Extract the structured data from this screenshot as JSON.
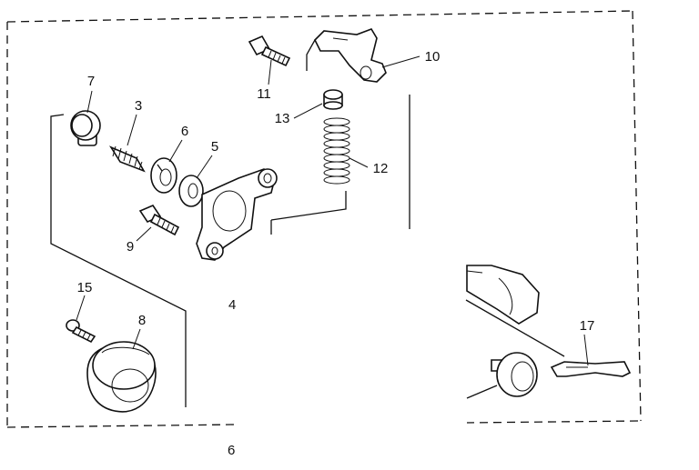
{
  "diagram": {
    "callouts": [
      {
        "id": "c7",
        "label": "7"
      },
      {
        "id": "c3",
        "label": "3"
      },
      {
        "id": "c6",
        "label": "6"
      },
      {
        "id": "c5",
        "label": "5"
      },
      {
        "id": "c9",
        "label": "9"
      },
      {
        "id": "c11",
        "label": "11"
      },
      {
        "id": "c10",
        "label": "10"
      },
      {
        "id": "c13",
        "label": "13"
      },
      {
        "id": "c12",
        "label": "12"
      },
      {
        "id": "c15",
        "label": "15"
      },
      {
        "id": "c8",
        "label": "8"
      },
      {
        "id": "c17",
        "label": "17"
      }
    ],
    "fragment_4": "4",
    "fragment_6": "6"
  }
}
